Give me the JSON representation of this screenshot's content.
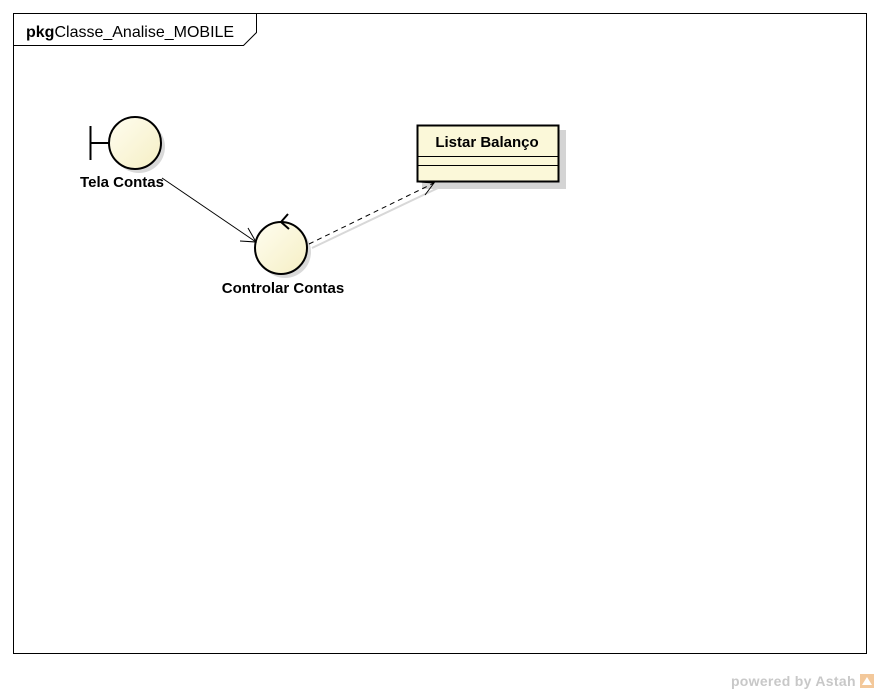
{
  "frame": {
    "keyword": "pkg",
    "name": "Classe_Analise_MOBILE"
  },
  "elements": {
    "boundary": {
      "name": "Tela Contas",
      "stereotype": "boundary"
    },
    "control": {
      "name": "Controlar Contas",
      "stereotype": "control"
    },
    "class": {
      "name": "Listar Balanço"
    }
  },
  "relations": [
    {
      "from": "Tela Contas",
      "to": "Controlar Contas",
      "style": "solid-arrow"
    },
    {
      "from": "Controlar Contas",
      "to": "Listar Balanço",
      "style": "dashed-arrow"
    }
  ],
  "colors": {
    "element_fill": "#fbf8d9",
    "line": "#000000",
    "shadow": "#d4d4d4"
  },
  "watermark": "powered by Astah"
}
